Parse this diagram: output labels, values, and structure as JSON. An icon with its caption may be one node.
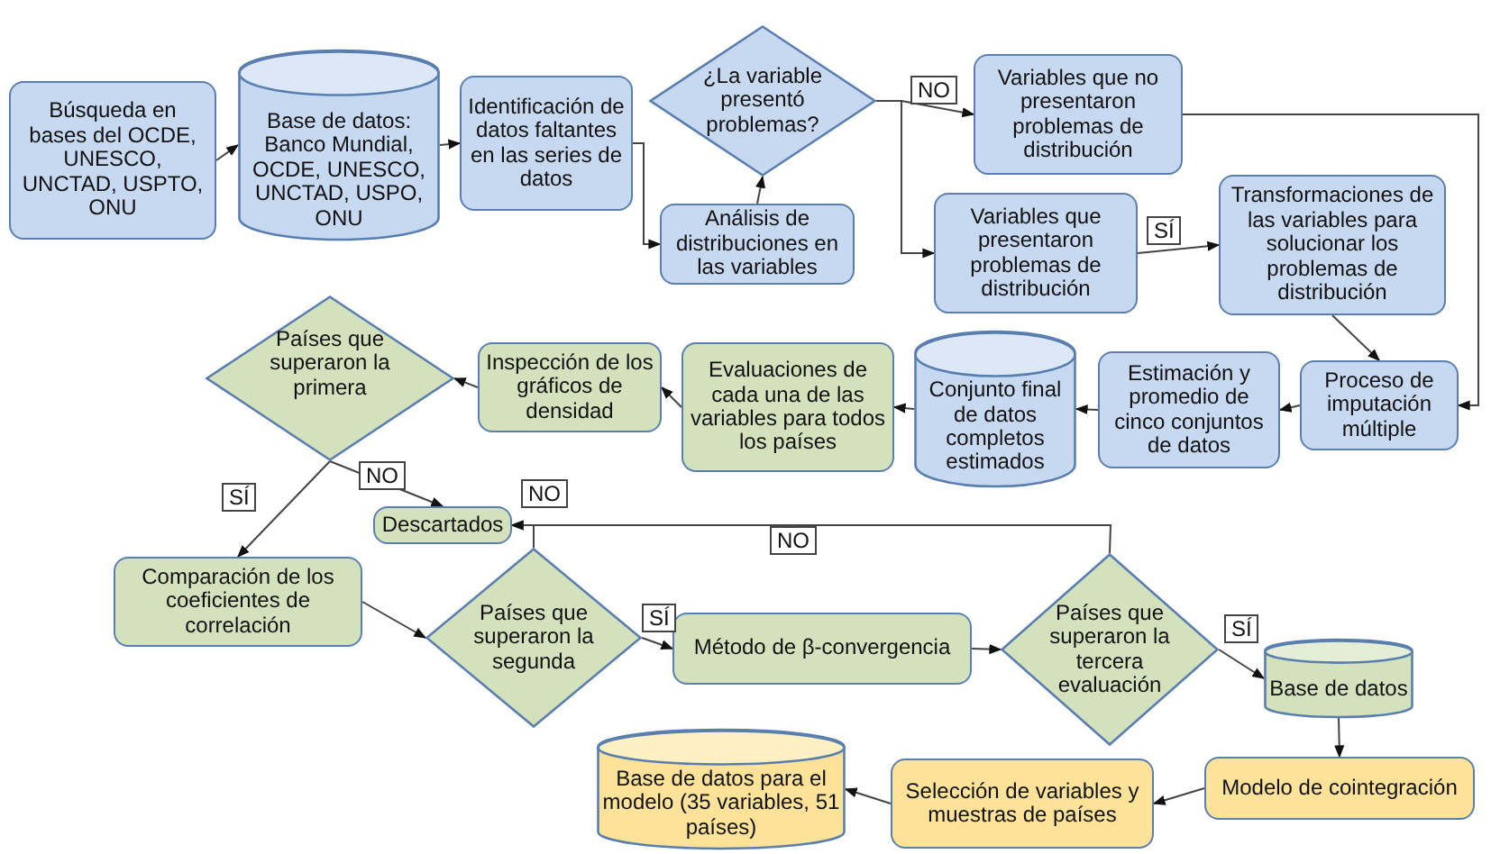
{
  "diagram": {
    "nodes": [
      {
        "text": [
          "Búsqueda en bases del OCDE, UNESCO, UNCTAD, USPTO, ONU"
        ]
      },
      {
        "text": [
          "Base de datos: Banco Mundial, OCDE, UNESCO, UNCTAD, USPO, ONU"
        ]
      },
      {
        "text": [
          "Identificación de datos faltantes en las series de datos"
        ]
      },
      {
        "text": [
          "¿La variable presentó problemas?"
        ]
      },
      {
        "text": [
          "Análisis de distribuciones en las variables"
        ]
      },
      {
        "text": [
          "Variables que no presentaron problemas de distribución"
        ]
      },
      {
        "text": [
          "Variables que presentaron problemas de distribución"
        ]
      },
      {
        "text": [
          "Transformaciones de las variables para solucionar los problemas de distribución"
        ]
      },
      {
        "text": [
          "Proceso de imputación múltiple"
        ]
      },
      {
        "text": [
          "Estimación y promedio de cinco conjuntos de datos"
        ]
      },
      {
        "text": [
          "Conjunto final de datos completos estimados"
        ]
      },
      {
        "text": [
          "Evaluaciones de cada una de las variables para todos los países"
        ]
      },
      {
        "text": [
          "Inspección de los gráficos de densidad"
        ]
      },
      {
        "text": [
          "Países que superaron la primera"
        ]
      },
      {
        "text": [
          "Descartados"
        ]
      },
      {
        "text": [
          "Comparación de los coeficientes de correlación"
        ]
      },
      {
        "text": [
          "Países que superaron la segunda"
        ]
      },
      {
        "text": [
          "Método de β-convergencia"
        ]
      },
      {
        "text": [
          "Países que superaron la tercera evaluación"
        ]
      },
      {
        "text": [
          "Base de datos"
        ]
      },
      {
        "text": [
          "Modelo de cointegración"
        ]
      },
      {
        "text": [
          "Selección de variables y muestras de países"
        ]
      },
      {
        "text": [
          "Base de datos para el modelo (35 variables, 51 países)"
        ]
      }
    ],
    "edges": [
      {
        "from": 0,
        "to": 1,
        "arrow": "to"
      },
      {
        "from": 1,
        "to": 2,
        "arrow": "to"
      },
      {
        "from": 2,
        "to": 4,
        "arrow": "to"
      },
      {
        "from": 4,
        "to": 3,
        "arrow": "to"
      },
      {
        "from": 3,
        "to": 5,
        "arrow": "to",
        "label": "NO"
      },
      {
        "from": 3,
        "to": 6,
        "arrow": "to"
      },
      {
        "from": 6,
        "to": 7,
        "arrow": "to",
        "label": "SÍ"
      },
      {
        "from": 7,
        "to": 8,
        "arrow": "to"
      },
      {
        "from": 5,
        "to": 8,
        "arrow": "to"
      },
      {
        "from": 8,
        "to": 9,
        "arrow": "to"
      },
      {
        "from": 9,
        "to": 10,
        "arrow": "to"
      },
      {
        "from": 10,
        "to": 11,
        "arrow": "to"
      },
      {
        "from": 11,
        "to": 12,
        "arrow": "to"
      },
      {
        "from": 12,
        "to": 13,
        "arrow": "to"
      },
      {
        "from": 13,
        "to": 14,
        "arrow": "to",
        "label": "NO"
      },
      {
        "from": 13,
        "to": 15,
        "arrow": "to",
        "label": "SÍ"
      },
      {
        "from": 15,
        "to": 16,
        "arrow": "to"
      },
      {
        "from": 16,
        "to": 14,
        "arrow": "to",
        "label": "NO"
      },
      {
        "from": 18,
        "to": 14,
        "arrow": "to",
        "label": "NO"
      },
      {
        "from": 16,
        "to": 17,
        "arrow": "to",
        "label": "SÍ"
      },
      {
        "from": 17,
        "to": 18,
        "arrow": "to"
      },
      {
        "from": 18,
        "to": 19,
        "arrow": "to",
        "label": "SÍ"
      },
      {
        "from": 19,
        "to": 20,
        "arrow": "to"
      },
      {
        "from": 20,
        "to": 21,
        "arrow": "to"
      },
      {
        "from": 21,
        "to": 22,
        "arrow": "to"
      }
    ]
  }
}
